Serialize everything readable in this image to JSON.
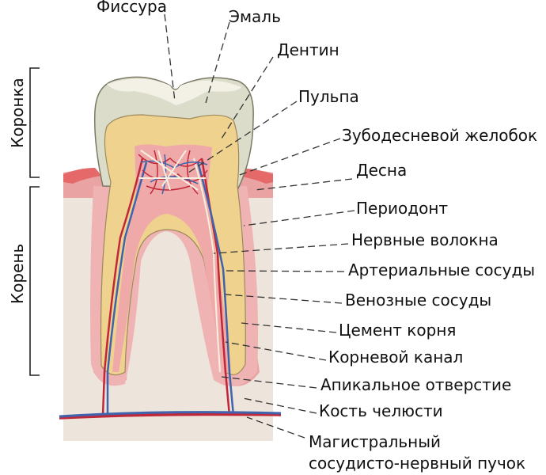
{
  "title": "Строение зуба",
  "side_labels": {
    "crown": "Коронка",
    "root": "Корень"
  },
  "labels": [
    "Фиссура",
    "Эмаль",
    "Дентин",
    "Пульпа",
    "Зубодесневой желобок",
    "Десна",
    "Периодонт",
    "Нервные волокна",
    "Артериальные сосуды",
    "Венозные сосуды",
    "Цемент корня",
    "Корневой канал",
    "Апикальное отверстие",
    "Кость челюсти",
    "Магистральный",
    "сосудисто-нервный пучок"
  ],
  "colors": {
    "enamel": "#dcdccb",
    "dentin": "#efd28e",
    "pulp": "#f0a9a9",
    "gum": "#e9a3a3",
    "gum_edge": "#e6696a",
    "bone": "#ede4db",
    "artery": "#c0283a",
    "vein": "#3f63ad"
  }
}
